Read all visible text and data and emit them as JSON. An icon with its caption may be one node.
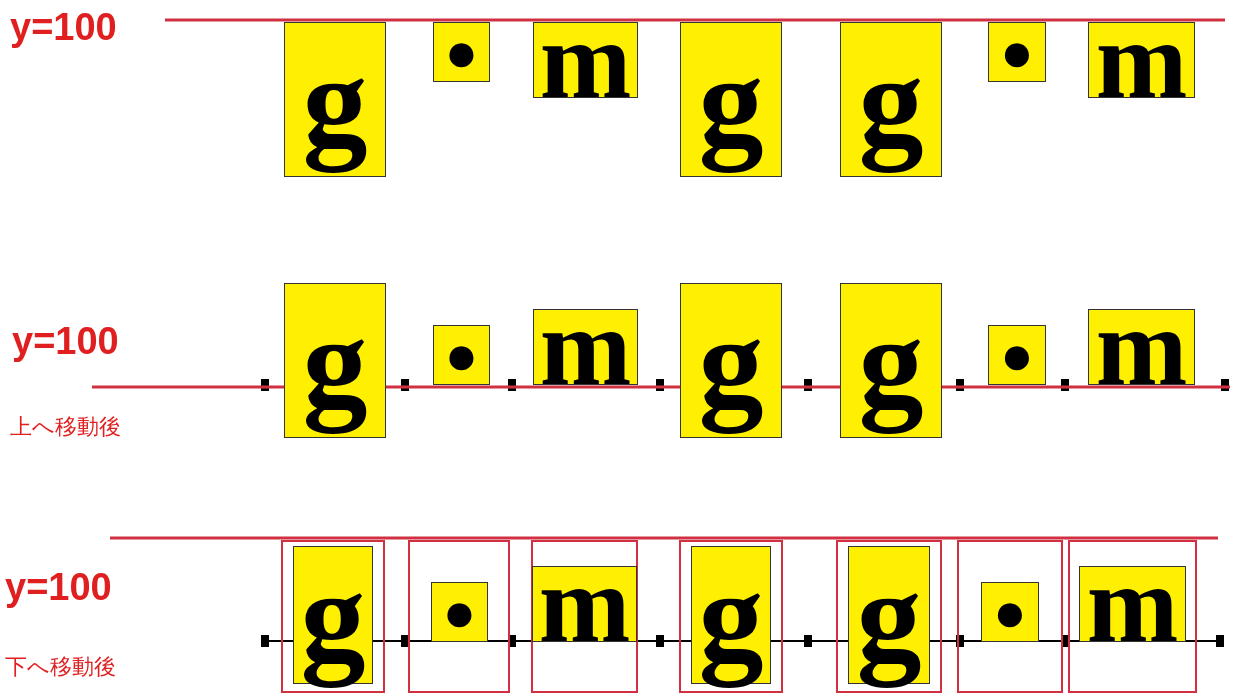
{
  "diagram": {
    "nodes": [
      {
        "text": [
          "g"
        ]
      },
      {
        "text": [
          "●"
        ]
      },
      {
        "text": [
          "m"
        ]
      },
      {
        "text": [
          "g"
        ]
      },
      {
        "text": [
          "g"
        ]
      },
      {
        "text": [
          "●"
        ]
      },
      {
        "text": [
          "m"
        ]
      },
      {
        "text": [
          "g"
        ]
      },
      {
        "text": [
          "●"
        ]
      },
      {
        "text": [
          "m"
        ]
      },
      {
        "text": [
          "g"
        ]
      },
      {
        "text": [
          "g"
        ]
      },
      {
        "text": [
          "●"
        ]
      },
      {
        "text": [
          "m"
        ]
      },
      {
        "text": [],
        "shape": "box"
      },
      {
        "text": [
          "g"
        ],
        "in": 14
      },
      {
        "text": [],
        "shape": "box"
      },
      {
        "text": [
          "●"
        ],
        "in": 16
      },
      {
        "text": [],
        "shape": "box"
      },
      {
        "text": [
          "m"
        ],
        "in": 18
      },
      {
        "text": [],
        "shape": "box"
      },
      {
        "text": [
          "g"
        ],
        "in": 20
      },
      {
        "text": [],
        "shape": "box"
      },
      {
        "text": [
          "g"
        ],
        "in": 22
      },
      {
        "text": [],
        "shape": "box"
      },
      {
        "text": [
          "●"
        ],
        "in": 24
      },
      {
        "text": [],
        "shape": "box"
      },
      {
        "text": [
          "m"
        ],
        "in": 26
      }
    ],
    "labels": [
      "y=100",
      "y=100",
      "上へ移動後",
      "y=100",
      "下へ移動後"
    ]
  }
}
